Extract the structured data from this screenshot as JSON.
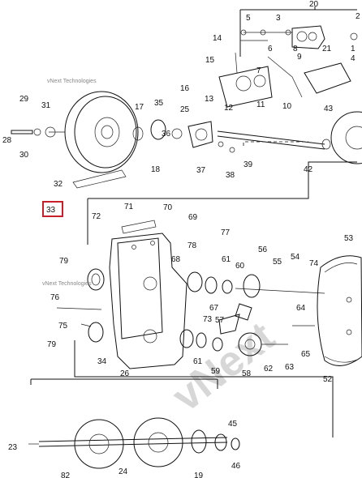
{
  "diagram": {
    "watermark_small": "vNext Technologies",
    "watermark_big": "vNext",
    "highlighted_label": "33",
    "highlight_color": "#c8202a",
    "labels": [
      "20",
      "5",
      "3",
      "2",
      "14",
      "6",
      "8",
      "1",
      "4",
      "15",
      "21",
      "9",
      "16",
      "7",
      "13",
      "12",
      "11",
      "10",
      "29",
      "31",
      "17",
      "35",
      "25",
      "43",
      "30",
      "28",
      "18",
      "36",
      "37",
      "38",
      "39",
      "42",
      "32",
      "33",
      "71",
      "70",
      "72",
      "69",
      "77",
      "53",
      "78",
      "56",
      "68",
      "61",
      "54",
      "60",
      "55",
      "74",
      "79",
      "76",
      "67",
      "57",
      "64",
      "75",
      "73",
      "65",
      "79",
      "34",
      "61",
      "59",
      "58",
      "62",
      "63",
      "52",
      "26",
      "45",
      "23",
      "24",
      "19",
      "46",
      "82"
    ]
  }
}
